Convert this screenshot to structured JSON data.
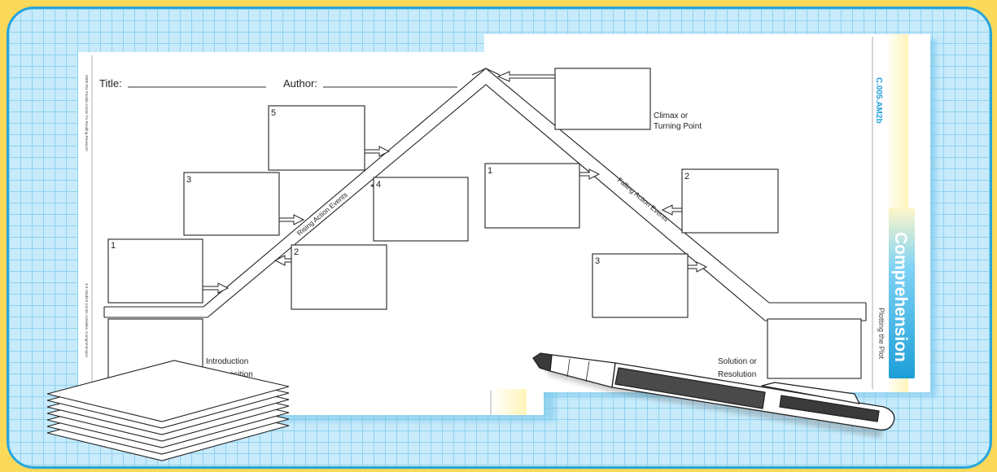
{
  "worksheet": {
    "title_label": "Title:",
    "author_label": "Author:",
    "copyright": "2009 The Florida Center for Reading Research",
    "footer_note": "4-5 Student Center Activities: Comprehension",
    "code": "C.005.AM2b",
    "tab_label": "Comprehension",
    "activity_name": "Plotting the Plot",
    "rising_label": "Rising Action Events",
    "falling_label": "Falling Action Events",
    "climax_label_line1": "Climax or",
    "climax_label_line2": "Turning Point",
    "intro_label_line1": "Introduction",
    "intro_label_line2": "or Exposition",
    "solution_label_line1": "Solution or",
    "solution_label_line2": "Resolution",
    "rising_numbers": [
      "1",
      "2",
      "3",
      "4",
      "5"
    ],
    "falling_numbers": [
      "1",
      "2",
      "3"
    ]
  },
  "colors": {
    "background": "#fbd95a",
    "frame_border": "#27a5dc",
    "grid_fill": "#c7ebfb",
    "grid_line": "#8fd1f0",
    "tab": "#2aa5e0"
  },
  "icons": [
    "paper-stack-icon",
    "marker-pen-icon"
  ]
}
